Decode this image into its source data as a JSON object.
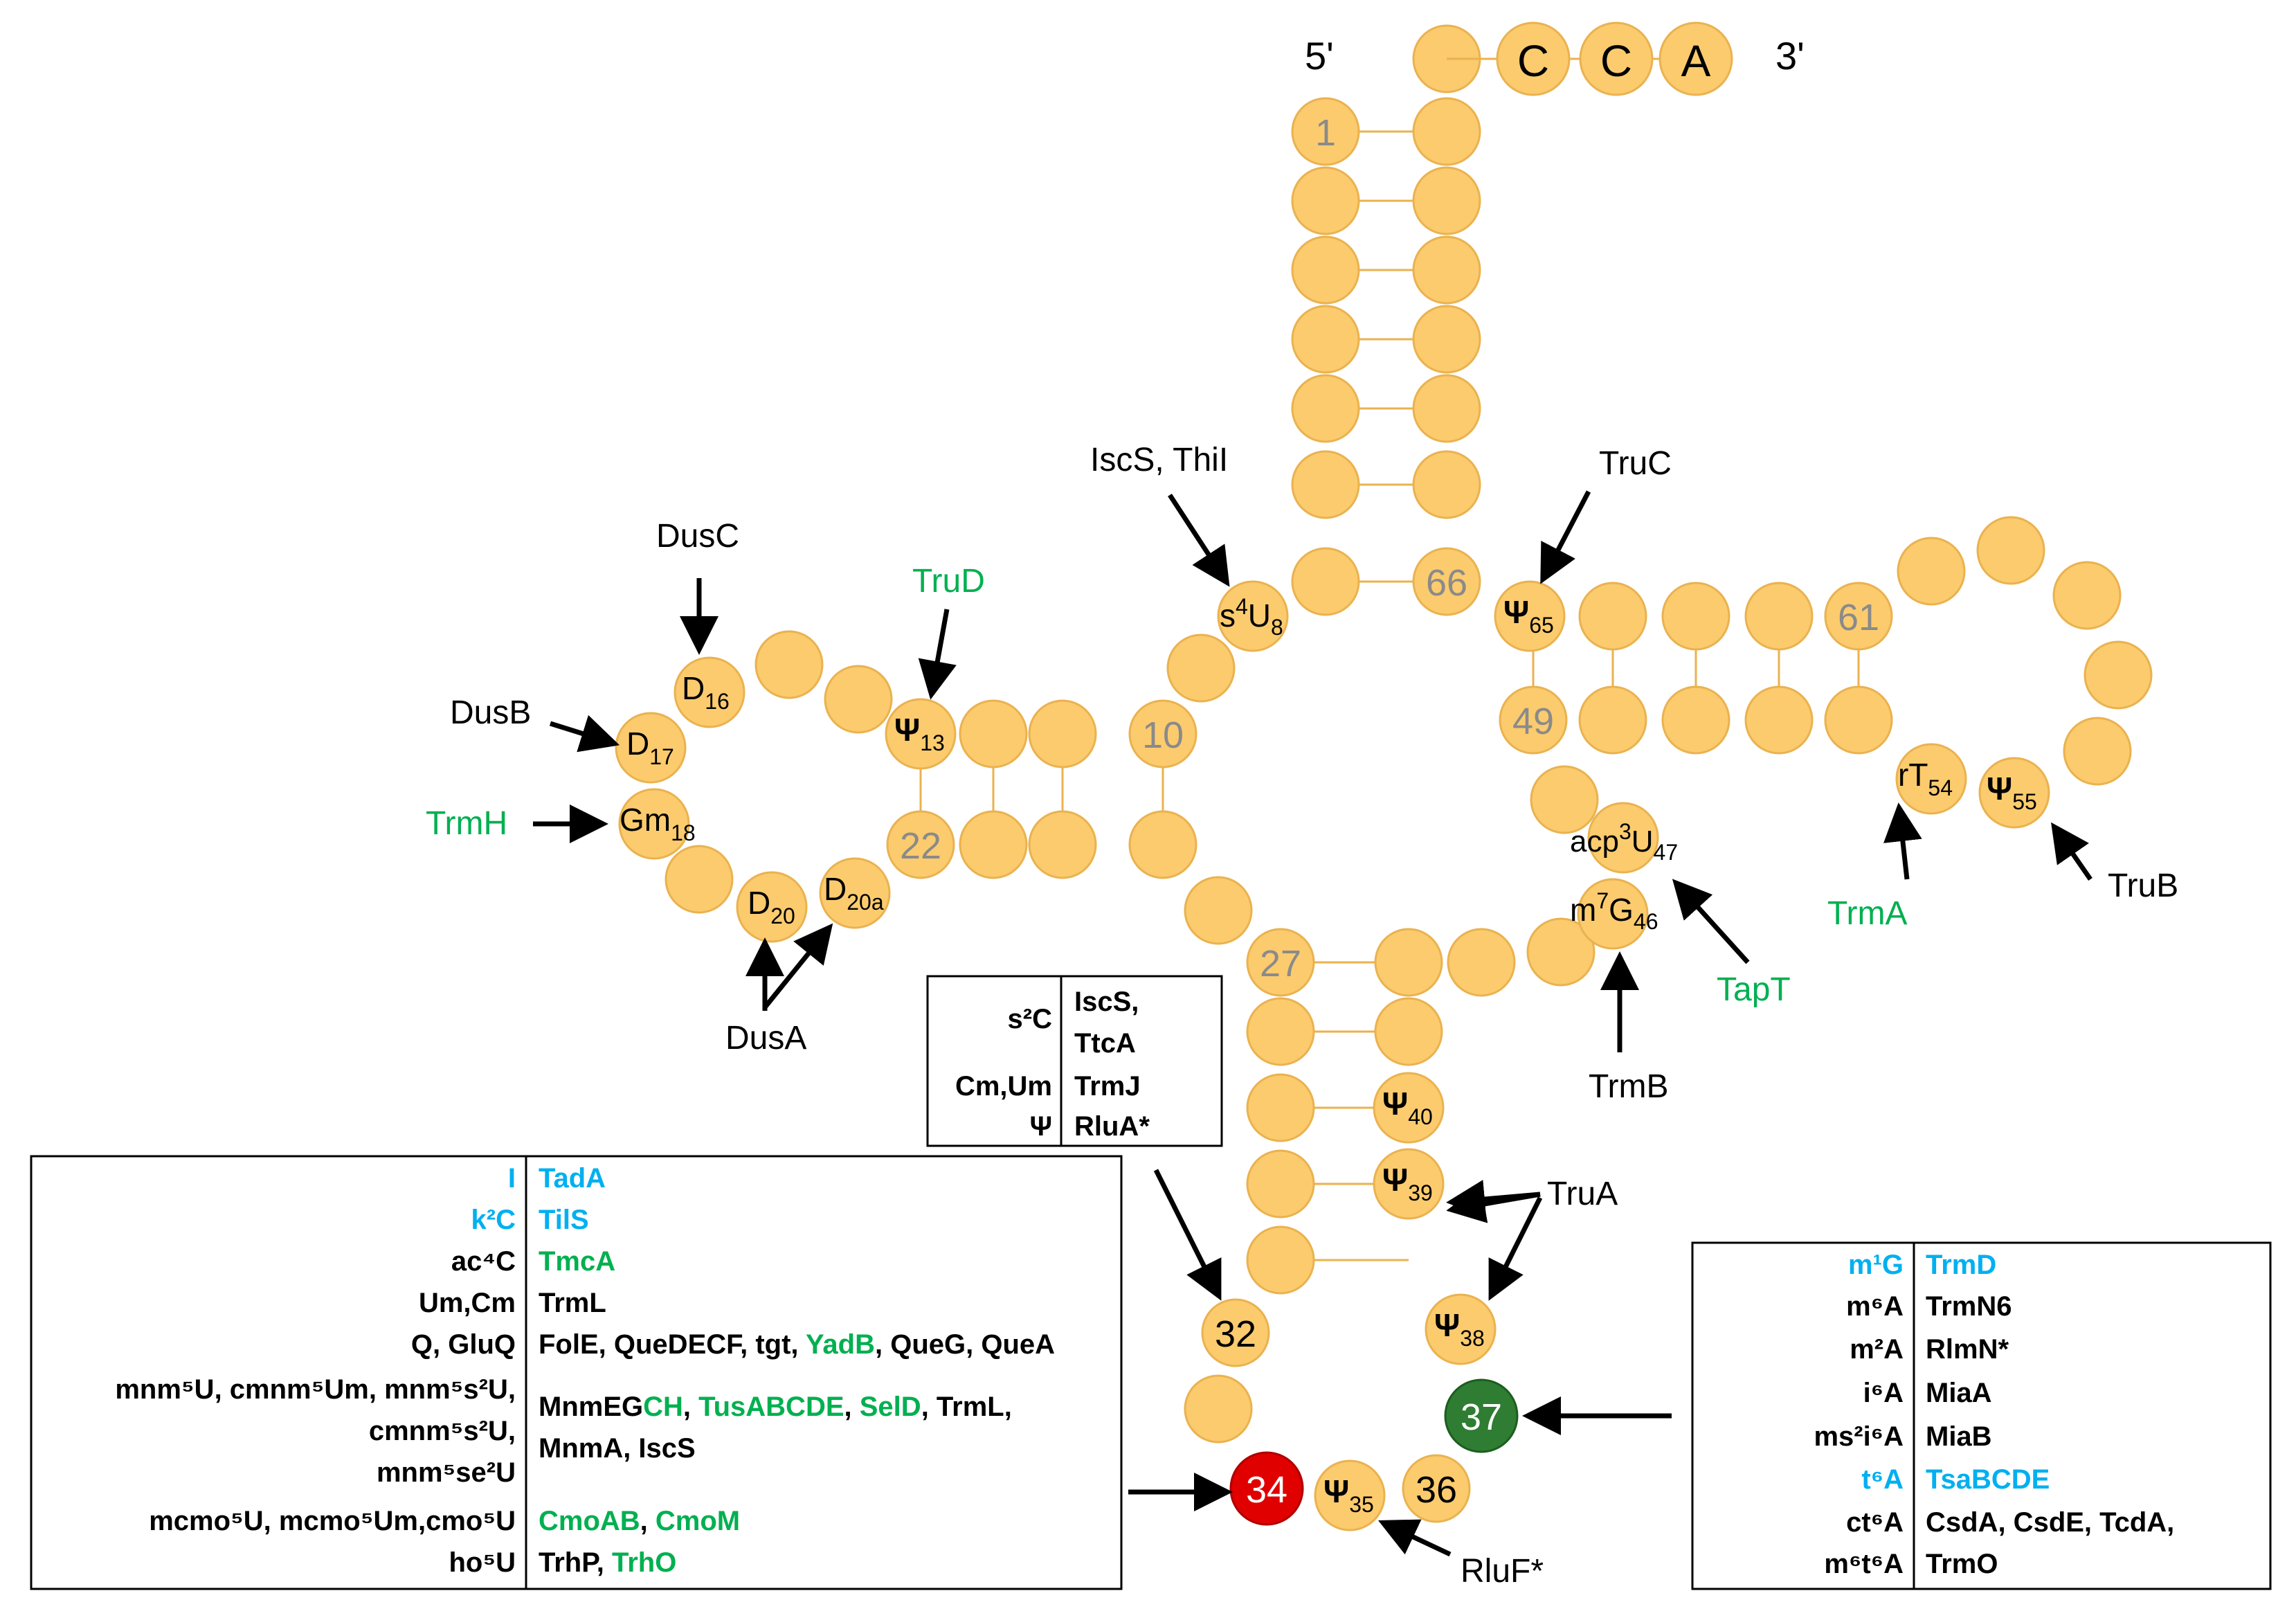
{
  "ends": {
    "five": "5'",
    "three": "3'",
    "cca": [
      "C",
      "C",
      "A"
    ]
  },
  "colors": {
    "nucleotide": "#FBCB6E",
    "black": "#000000",
    "green": "#00B050",
    "blue": "#00B0F0",
    "red": "#E00000",
    "darkgreen": "#2E7D32"
  },
  "numbers": {
    "n1": "1",
    "n10": "10",
    "n22": "22",
    "n27": "27",
    "n49": "49",
    "n61": "61",
    "n66": "66",
    "n32": "32",
    "n34": "34",
    "n36": "36",
    "n37": "37"
  },
  "mods": {
    "s4U8": {
      "pre": "s",
      "sup": "4",
      "base": "U",
      "sub": "8"
    },
    "D16": {
      "base": "D",
      "sub": "16"
    },
    "D17": {
      "base": "D",
      "sub": "17"
    },
    "Gm18": {
      "base": "Gm",
      "sub": "18"
    },
    "D20": {
      "base": "D",
      "sub": "20"
    },
    "D20a": {
      "base": "D",
      "sub": "20a"
    },
    "Psi13": {
      "base": "Ψ",
      "sub": "13"
    },
    "Psi65": {
      "base": "Ψ",
      "sub": "65"
    },
    "rT54": {
      "base": "rT",
      "sub": "54"
    },
    "Psi55": {
      "base": "Ψ",
      "sub": "55"
    },
    "acp3U47": {
      "pre": "acp",
      "sup": "3",
      "base": "U",
      "sub": "47"
    },
    "m7G46": {
      "pre": "m",
      "sup": "7",
      "base": "G",
      "sub": "46"
    },
    "Psi40": {
      "base": "Ψ",
      "sub": "40"
    },
    "Psi39": {
      "base": "Ψ",
      "sub": "39"
    },
    "Psi38": {
      "base": "Ψ",
      "sub": "38"
    },
    "Psi35": {
      "base": "Ψ",
      "sub": "35"
    }
  },
  "enzymes": {
    "iscs_thii": "IscS, ThiI",
    "truc": "TruC",
    "dusc": "DusC",
    "trud": "TruD",
    "dusb": "DusB",
    "trmh": "TrmH",
    "dusa": "DusA",
    "trma": "TrmA",
    "trub": "TruB",
    "tapt": "TapT",
    "trmb": "TrmB",
    "trua": "TruA",
    "rluf": "RluF*"
  },
  "table_small": {
    "rows": [
      {
        "left": "s²C",
        "right": [
          "IscS,",
          "TtcA"
        ]
      },
      {
        "left": "Cm,Um",
        "right": [
          "TrmJ"
        ]
      },
      {
        "left": "Ψ",
        "right": [
          "RluA*"
        ]
      }
    ]
  },
  "table_left": {
    "rows": [
      {
        "left": "I",
        "right": "TadA"
      },
      {
        "left": "k²C",
        "right": "TilS"
      },
      {
        "left": "ac⁴C",
        "right": "TmcA"
      },
      {
        "left": "Um,Cm",
        "right": "TrmL"
      },
      {
        "left": "Q, GluQ",
        "right_parts": [
          "FolE, QueDECF, tgt, ",
          "YadB",
          ", QueG, QueA"
        ]
      },
      {
        "left": "mnm⁵U, cmnm⁵Um, mnm⁵s²U,",
        "right_parts": [
          "MnmEG",
          "CH",
          ", ",
          "TusABCDE",
          ", ",
          "SelD",
          ", TrmL,"
        ]
      },
      {
        "left": "cmnm⁵s²U,",
        "right": "MnmA, IscS"
      },
      {
        "left": "mnm⁵se²U",
        "right": ""
      },
      {
        "left": "mcmo⁵U, mcmo⁵Um,cmo⁵U",
        "right_parts": [
          "CmoAB",
          ", ",
          "CmoM"
        ]
      },
      {
        "left": "ho⁵U",
        "right_parts": [
          "TrhP, ",
          "TrhO"
        ]
      }
    ]
  },
  "table_right": {
    "rows": [
      {
        "left": "m¹G",
        "right": "TrmD"
      },
      {
        "left": "m⁶A",
        "right": "TrmN6"
      },
      {
        "left": "m²A",
        "right": "RlmN*"
      },
      {
        "left": "i⁶A",
        "right": "MiaA"
      },
      {
        "left": "ms²i⁶A",
        "right": "MiaB"
      },
      {
        "left": "t⁶A",
        "right": "TsaBCDE"
      },
      {
        "left": "ct⁶A",
        "right": "CsdA, CsdE, TcdA,"
      },
      {
        "left": "m⁶t⁶A",
        "right": "TrmO"
      }
    ]
  }
}
